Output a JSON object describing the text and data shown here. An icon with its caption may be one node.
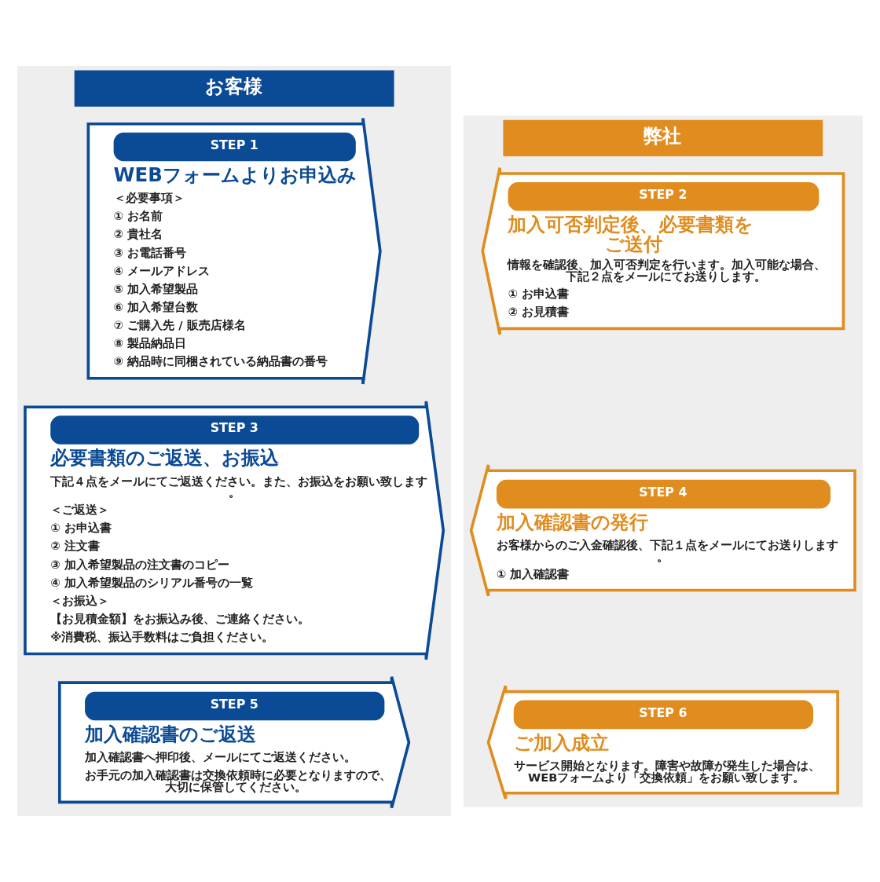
{
  "diagram": {
    "nodes": [
      {
        "text": [
          "お客様"
        ]
      },
      {
        "text": [
          "弊社"
        ]
      },
      {
        "text": [
          "STEP 1",
          "WEBフォームよりお申込み",
          "＜必要事項＞",
          "① お名前",
          "② 貴社名",
          "③ お電話番号",
          "④ メールアドレス",
          "⑤ 加入希望製品",
          "⑥ 加入希望台数",
          "⑦ ご購入先 / 販売店様名",
          "⑧ 製品納品日",
          "⑨ 納品時に同梱されている納品書の番号"
        ],
        "in": 0
      },
      {
        "text": [
          "STEP 2",
          "加入可否判定後、必要書類をご送付",
          "情報を確認後、加入可否判定を行います。加入可能な場合、下記２点をメールにてお送りします。",
          "① お申込書",
          "② お見積書"
        ],
        "in": 1
      },
      {
        "text": [
          "STEP 3",
          "必要書類のご返送、お振込",
          "下記４点をメールにてご返送ください。また、お振込をお願い致します。",
          "＜ご返送＞",
          "① お申込書",
          "② 注文書",
          "③ 加入希望製品の注文書のコピー",
          "④ 加入希望製品のシリアル番号の一覧",
          "＜お振込＞",
          "【お見積金額】をお振込み後、ご連絡ください。",
          "※消費税、振込手数料はご負担ください。"
        ],
        "in": 0
      },
      {
        "text": [
          "STEP 4",
          "加入確認書の発行",
          "お客様からのご入金確認後、下記１点をメールにてお送りします。",
          "① 加入確認書"
        ],
        "in": 1
      },
      {
        "text": [
          "STEP 5",
          "加入確認書のご返送",
          "加入確認書へ押印後、メールにてご返送ください。",
          "お手元の加入確認書は交換依頼時に必要となりますので、大切に保管してください。"
        ],
        "in": 0
      },
      {
        "text": [
          "STEP 6",
          "ご加入成立",
          "サービス開始となります。障害や故障が発生した場合は、WEBフォームより「交換依頼」をお願い致します。"
        ],
        "in": 1
      }
    ],
    "edges": []
  }
}
